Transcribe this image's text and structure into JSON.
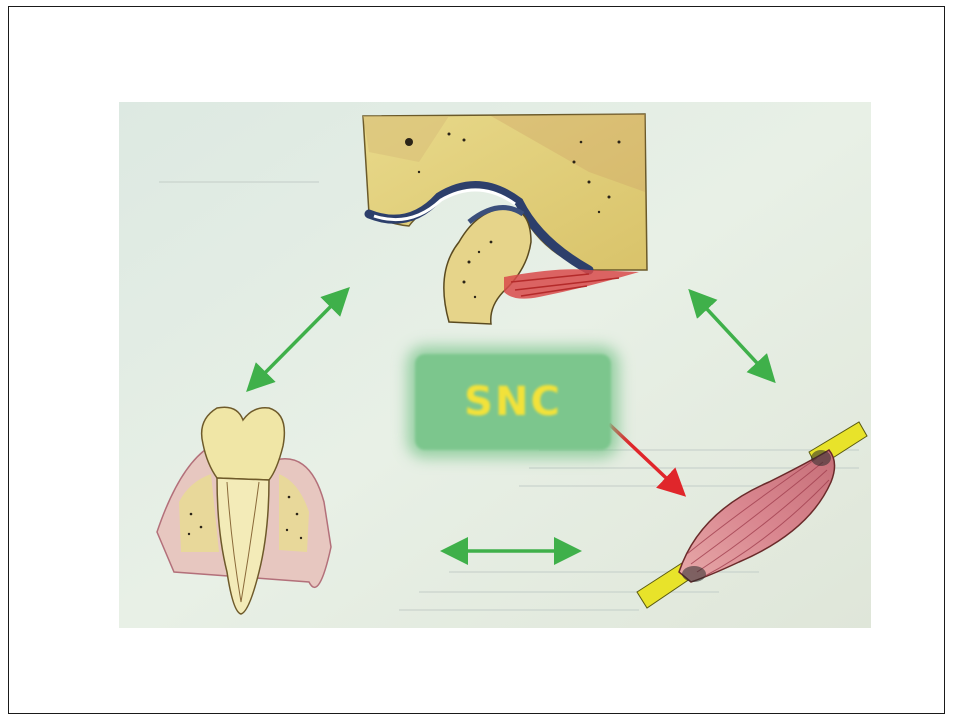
{
  "diagram": {
    "center_label": "SNC",
    "nodes": [
      "tmj-joint",
      "tooth-periodontium",
      "masticatory-muscle"
    ],
    "arrows": [
      {
        "from": "tmj-joint",
        "to": "tooth-periodontium",
        "direction": "bidirectional",
        "color": "#3fb04a"
      },
      {
        "from": "tmj-joint",
        "to": "masticatory-muscle",
        "direction": "bidirectional",
        "color": "#3fb04a"
      },
      {
        "from": "tooth-periodontium",
        "to": "masticatory-muscle",
        "direction": "bidirectional",
        "color": "#3fb04a"
      },
      {
        "from": "SNC",
        "to": "masticatory-muscle",
        "direction": "unidirectional",
        "color": "#e0262b"
      }
    ]
  }
}
